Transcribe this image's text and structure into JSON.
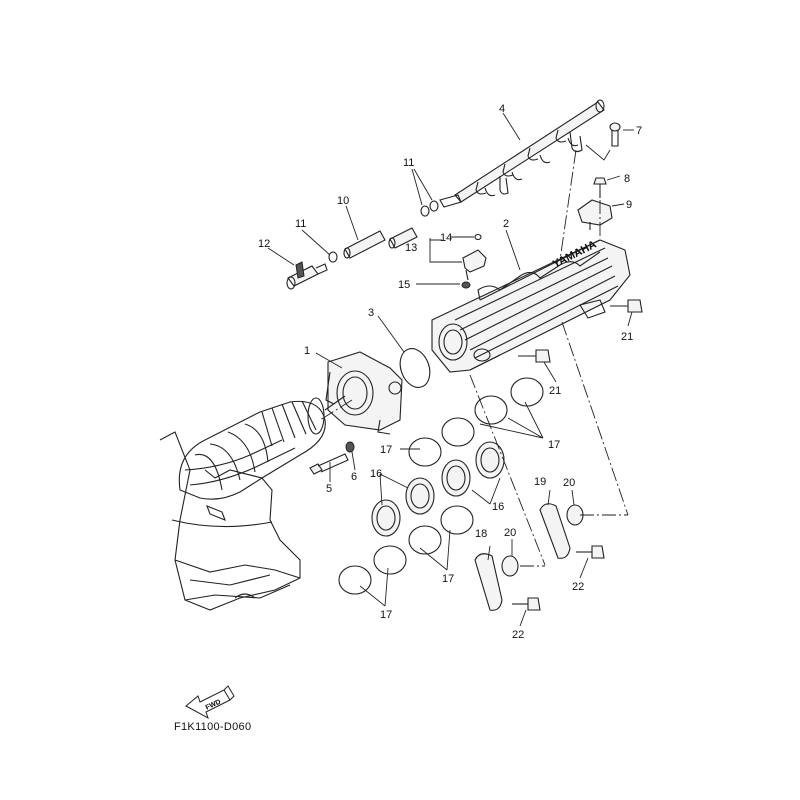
{
  "diagram": {
    "title_code": "F1K1100-D060",
    "fwd_label": "FWD",
    "brand_mark": "YAMAHA",
    "callouts": [
      {
        "id": "c1",
        "text": "1"
      },
      {
        "id": "c2",
        "text": "2"
      },
      {
        "id": "c3",
        "text": "3"
      },
      {
        "id": "c4",
        "text": "4"
      },
      {
        "id": "c5",
        "text": "5"
      },
      {
        "id": "c6",
        "text": "6"
      },
      {
        "id": "c7",
        "text": "7"
      },
      {
        "id": "c8",
        "text": "8"
      },
      {
        "id": "c9",
        "text": "9"
      },
      {
        "id": "c10",
        "text": "10"
      },
      {
        "id": "c11a",
        "text": "11"
      },
      {
        "id": "c11b",
        "text": "11"
      },
      {
        "id": "c12",
        "text": "12"
      },
      {
        "id": "c13",
        "text": "13"
      },
      {
        "id": "c14",
        "text": "14"
      },
      {
        "id": "c15",
        "text": "15"
      },
      {
        "id": "c16a",
        "text": "16"
      },
      {
        "id": "c16b",
        "text": "16"
      },
      {
        "id": "c17a",
        "text": "17"
      },
      {
        "id": "c17b",
        "text": "17"
      },
      {
        "id": "c17c",
        "text": "17"
      },
      {
        "id": "c17d",
        "text": "17"
      },
      {
        "id": "c18",
        "text": "18"
      },
      {
        "id": "c19",
        "text": "19"
      },
      {
        "id": "c20a",
        "text": "20"
      },
      {
        "id": "c20b",
        "text": "20"
      },
      {
        "id": "c21a",
        "text": "21"
      },
      {
        "id": "c21b",
        "text": "21"
      },
      {
        "id": "c22a",
        "text": "22"
      },
      {
        "id": "c22b",
        "text": "22"
      }
    ]
  }
}
